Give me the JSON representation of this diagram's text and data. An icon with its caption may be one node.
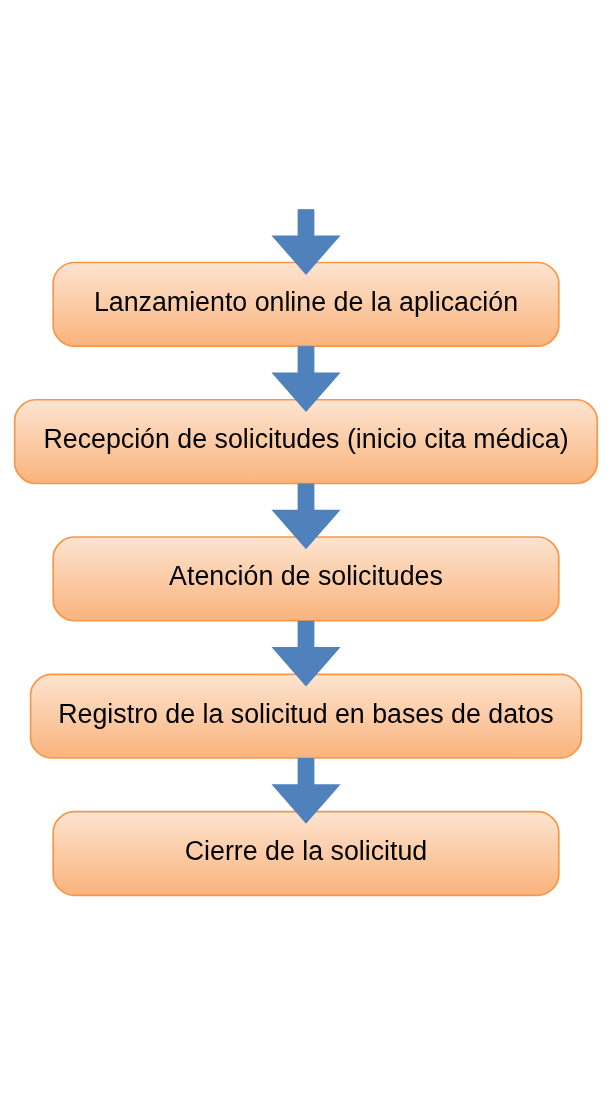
{
  "diagram": {
    "nodes": [
      {
        "text": [
          "Lanzamiento online de la aplicación"
        ]
      },
      {
        "text": [
          "Recepción de solicitudes (inicio cita médica)"
        ]
      },
      {
        "text": [
          "Atención de solicitudes"
        ]
      },
      {
        "text": [
          "Registro de la solicitud en bases de datos"
        ]
      },
      {
        "text": [
          "Cierre de la solicitud"
        ]
      }
    ],
    "edges": [
      {
        "from": null,
        "to": 0,
        "arrow": "to"
      },
      {
        "from": 0,
        "to": 1,
        "arrow": "to"
      },
      {
        "from": 1,
        "to": 2,
        "arrow": "to"
      },
      {
        "from": 2,
        "to": 3,
        "arrow": "to"
      },
      {
        "from": 3,
        "to": 4,
        "arrow": "to"
      }
    ]
  }
}
